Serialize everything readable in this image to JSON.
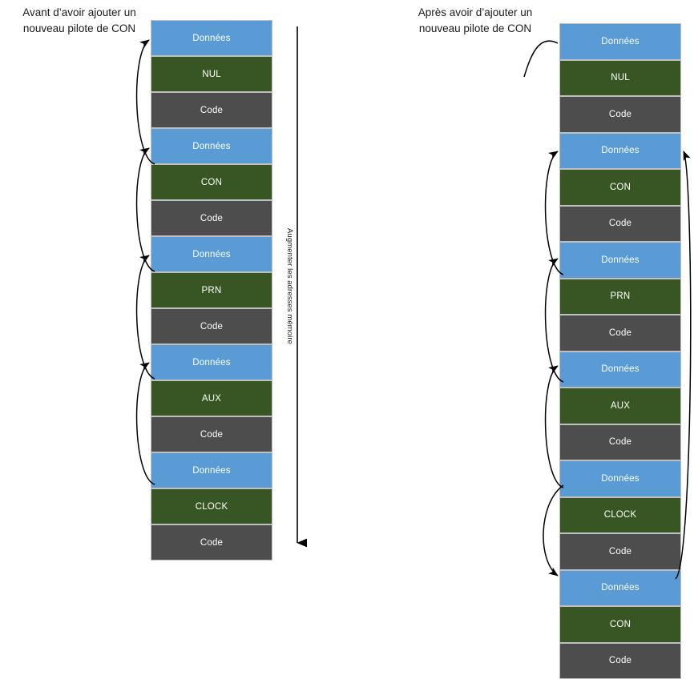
{
  "diagram": {
    "title_left": "Avant d’avoir ajouter un nouveau pilote de CON",
    "title_right": "Après avoir d’ajouter un nouveau pilote de CON",
    "axis_label": "Augmenter les adresses mémoire",
    "colors": {
      "data": "#5B9BD5",
      "driver": "#375623",
      "code": "#4D4D4D",
      "border": "#BFBFBF",
      "arrow": "#000000",
      "text": "#FFFFFF"
    },
    "labels": {
      "data": "Données",
      "code": "Code",
      "nul": "NUL",
      "con": "CON",
      "prn": "PRN",
      "aux": "AUX",
      "clock": "CLOCK"
    }
  },
  "column_before": {
    "name": "Avant",
    "blocks": [
      {
        "label": "Données",
        "kind": "data"
      },
      {
        "label": "NUL",
        "kind": "driver"
      },
      {
        "label": "Code",
        "kind": "code"
      },
      {
        "label": "Données",
        "kind": "data"
      },
      {
        "label": "CON",
        "kind": "driver"
      },
      {
        "label": "Code",
        "kind": "code"
      },
      {
        "label": "Données",
        "kind": "data"
      },
      {
        "label": "PRN",
        "kind": "driver"
      },
      {
        "label": "Code",
        "kind": "code"
      },
      {
        "label": "Données",
        "kind": "data"
      },
      {
        "label": "AUX",
        "kind": "driver"
      },
      {
        "label": "Code",
        "kind": "code"
      },
      {
        "label": "Données",
        "kind": "data"
      },
      {
        "label": "CLOCK",
        "kind": "driver"
      },
      {
        "label": "Code",
        "kind": "code"
      }
    ]
  },
  "column_after": {
    "name": "Après",
    "blocks": [
      {
        "label": "Données",
        "kind": "data"
      },
      {
        "label": "NUL",
        "kind": "driver"
      },
      {
        "label": "Code",
        "kind": "code"
      },
      {
        "label": "Données",
        "kind": "data"
      },
      {
        "label": "CON",
        "kind": "driver"
      },
      {
        "label": "Code",
        "kind": "code"
      },
      {
        "label": "Données",
        "kind": "data"
      },
      {
        "label": "PRN",
        "kind": "driver"
      },
      {
        "label": "Code",
        "kind": "code"
      },
      {
        "label": "Données",
        "kind": "data"
      },
      {
        "label": "AUX",
        "kind": "driver"
      },
      {
        "label": "Code",
        "kind": "code"
      },
      {
        "label": "Données",
        "kind": "data"
      },
      {
        "label": "CLOCK",
        "kind": "driver"
      },
      {
        "label": "Code",
        "kind": "code"
      },
      {
        "label": "Données",
        "kind": "data"
      },
      {
        "label": "CON",
        "kind": "driver"
      },
      {
        "label": "Code",
        "kind": "code"
      }
    ]
  }
}
